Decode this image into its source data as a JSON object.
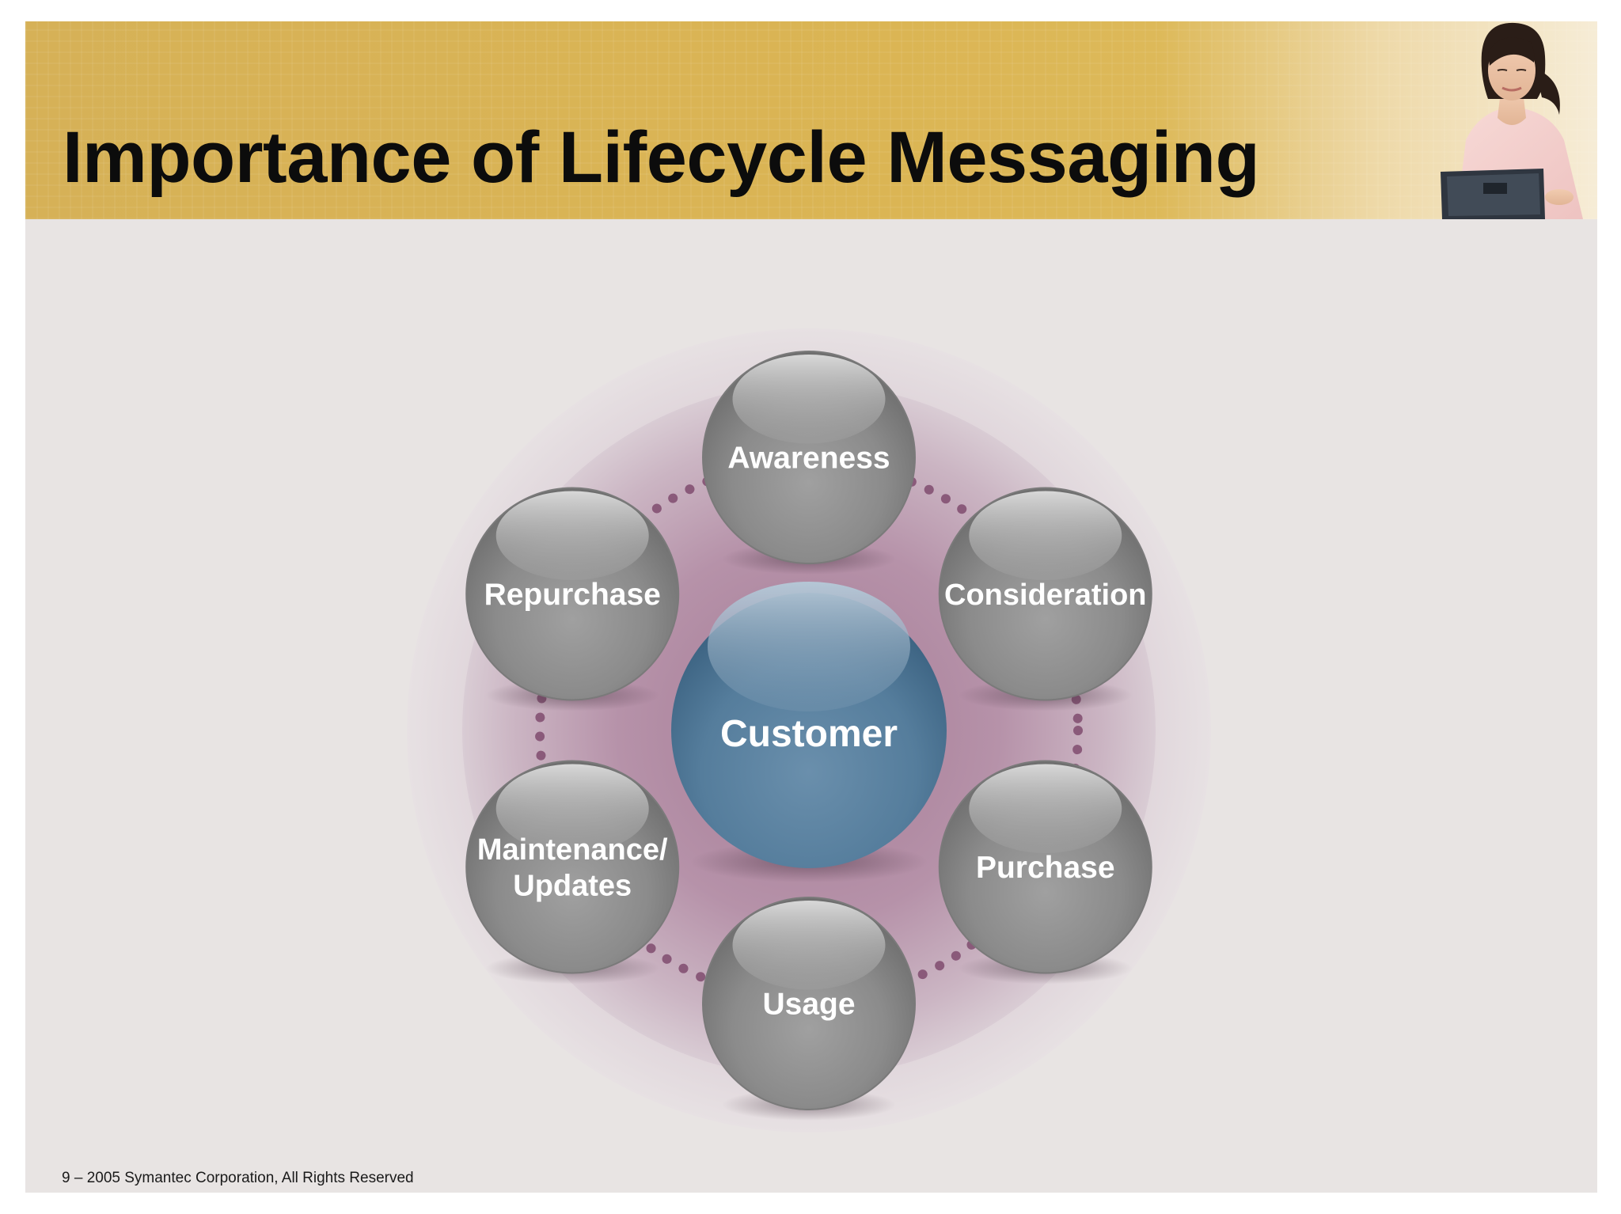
{
  "slide": {
    "title": "Importance of Lifecycle Messaging",
    "footer": "9 – 2005 Symantec Corporation, All Rights Reserved"
  },
  "diagram": {
    "center": {
      "label": "Customer",
      "color": "#5e84a2"
    },
    "nodes": [
      {
        "id": "awareness",
        "lines": [
          "Awareness"
        ]
      },
      {
        "id": "consideration",
        "lines": [
          "Consideration"
        ]
      },
      {
        "id": "purchase",
        "lines": [
          "Purchase"
        ]
      },
      {
        "id": "usage",
        "lines": [
          "Usage"
        ]
      },
      {
        "id": "maintenance-updates",
        "lines": [
          "Maintenance/",
          "Updates"
        ]
      },
      {
        "id": "repurchase",
        "lines": [
          "Repurchase"
        ]
      }
    ]
  },
  "colors": {
    "header_gold": "#d9b457",
    "slide_background": "#e8e4e3",
    "ring_mauve": "#b58ea7",
    "node_gray": "#8e8e8e"
  }
}
